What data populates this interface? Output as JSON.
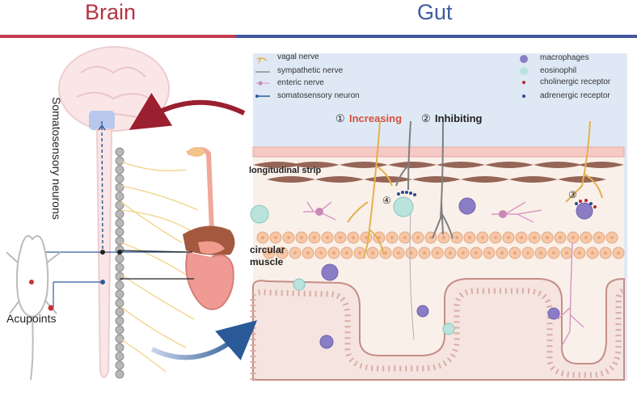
{
  "header": {
    "left_title": "Brain",
    "right_title": "Gut"
  },
  "legend": {
    "vagal": "vagal nerve",
    "sympathetic": "sympathetic nerve",
    "enteric": "enteric nerve",
    "somatosensory": "somatosensory neuron",
    "macrophages": "macrophages",
    "eosinophil": "eosinophil",
    "cholinergic": "cholinergic receptor",
    "adrenergic": "adrenergic receptor"
  },
  "labels": {
    "somatosensory_neurons": "Somatosensory neurons",
    "acupoints": "Acupoints",
    "increasing_marker": "①",
    "increasing": "Increasing",
    "inhibiting_marker": "②",
    "inhibiting": "Inhibiting",
    "marker3": "③",
    "marker4": "④",
    "longitudinal_strip": "longitudinal strip",
    "circular": "circular",
    "muscle": "muscle"
  },
  "colors": {
    "brain_red": "#c23a4c",
    "gut_blue": "#43569c",
    "vagal": "#e5b04e",
    "sympathetic": "#8d8d8d",
    "enteric": "#d79ac4",
    "somatosensory": "#2e5e99",
    "macrophage": "#8a7dc6",
    "eosinophil": "#9fd6cc",
    "cholinergic": "#b22a2a",
    "adrenergic": "#2d4b8e",
    "increasing_text": "#d54f3c"
  }
}
